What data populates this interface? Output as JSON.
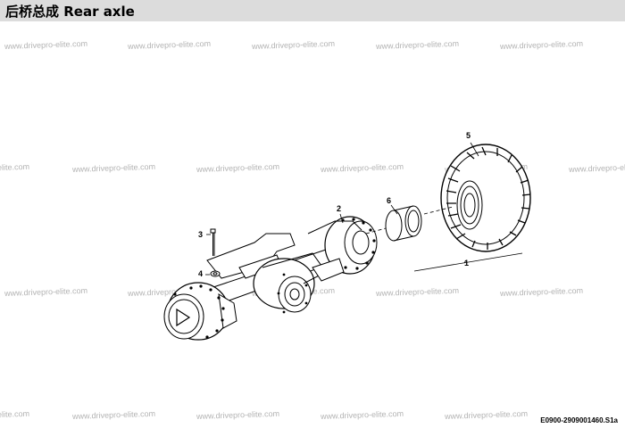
{
  "header": {
    "title": "后桥总成  Rear axle"
  },
  "watermark_text": "www.drivepro-elite.com",
  "callouts": [
    "1",
    "2",
    "3",
    "4",
    "5",
    "6"
  ],
  "drawing_code": "E0900-2909001460.S1a",
  "colors": {
    "title_bar": "#dcdcdc",
    "watermark": "#b3b3b3",
    "line_art": "#000000"
  }
}
